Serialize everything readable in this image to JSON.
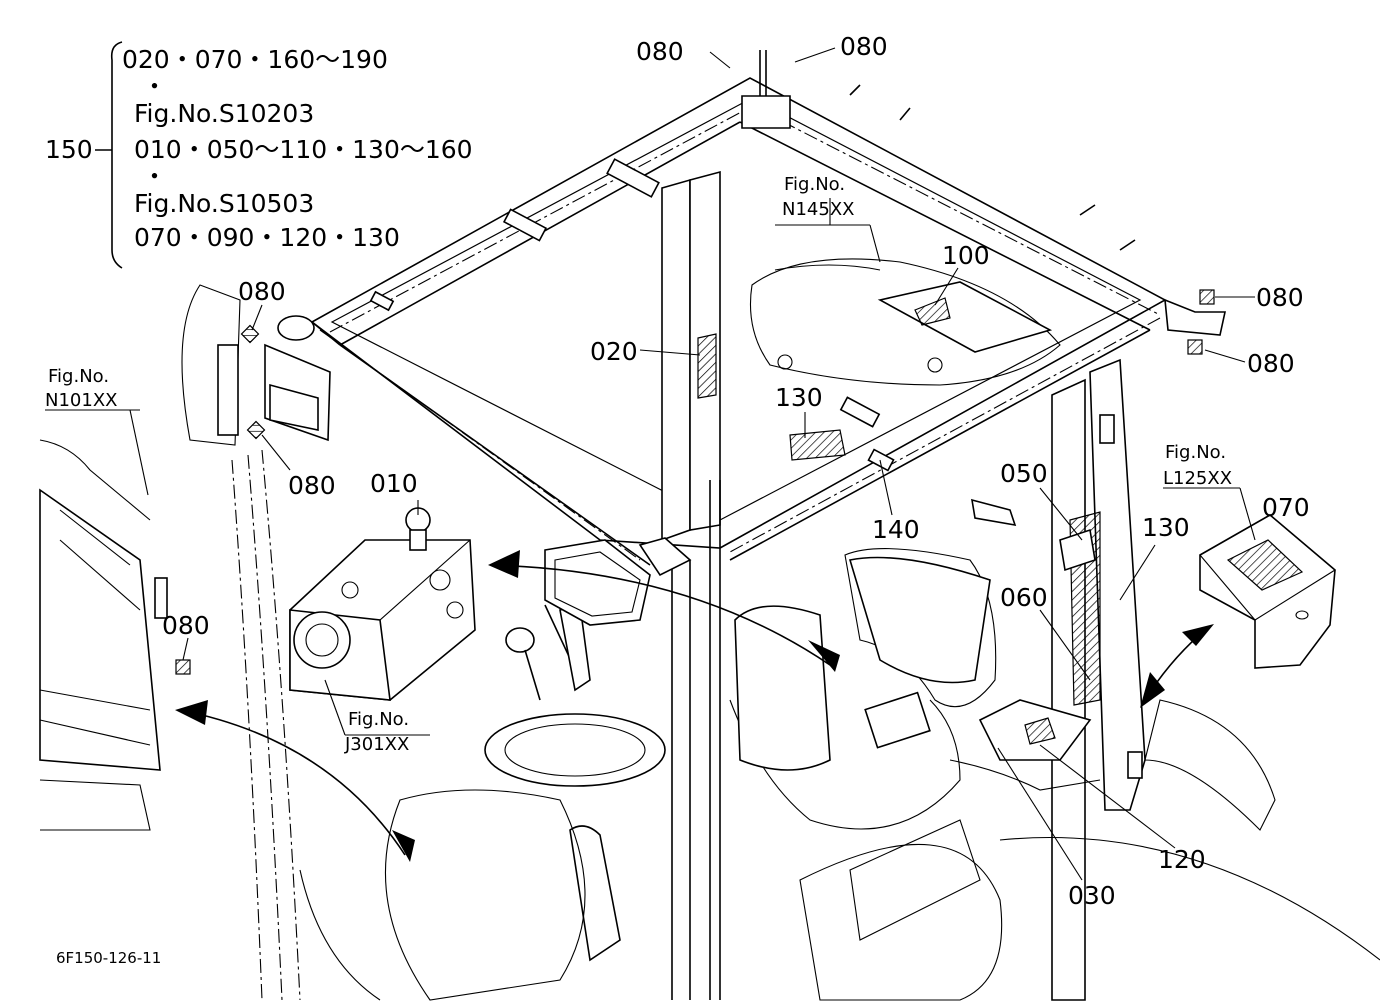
{
  "diagram": {
    "bracket_callout": {
      "main_label": "150",
      "lines": [
        "020・070・160～190",
        "・",
        "Fig.No.S10203",
        "010・050～110・130～160",
        "・",
        "Fig.No.S10503",
        "070・090・120・130"
      ]
    },
    "figure_refs": {
      "n145": {
        "line1": "Fig.No.",
        "line2": "N145XX"
      },
      "n101": {
        "line1": "Fig.No.",
        "line2": "N101XX"
      },
      "j301": {
        "line1": "Fig.No.",
        "line2": "J301XX"
      },
      "l125": {
        "line1": "Fig.No.",
        "line2": "L125XX"
      }
    },
    "part_labels": {
      "p080_top_left": "080",
      "p080_top_right": "080",
      "p080_right_upper": "080",
      "p080_right_lower": "080",
      "p080_left_upper": "080",
      "p080_left_mid": "080",
      "p080_left_lower": "080",
      "p100": "100",
      "p020": "020",
      "p130_center": "130",
      "p140": "140",
      "p010": "010",
      "p050": "050",
      "p130_right": "130",
      "p070": "070",
      "p060": "060",
      "p120": "120",
      "p030": "030"
    },
    "drawing_code": "6F150-126-11"
  }
}
